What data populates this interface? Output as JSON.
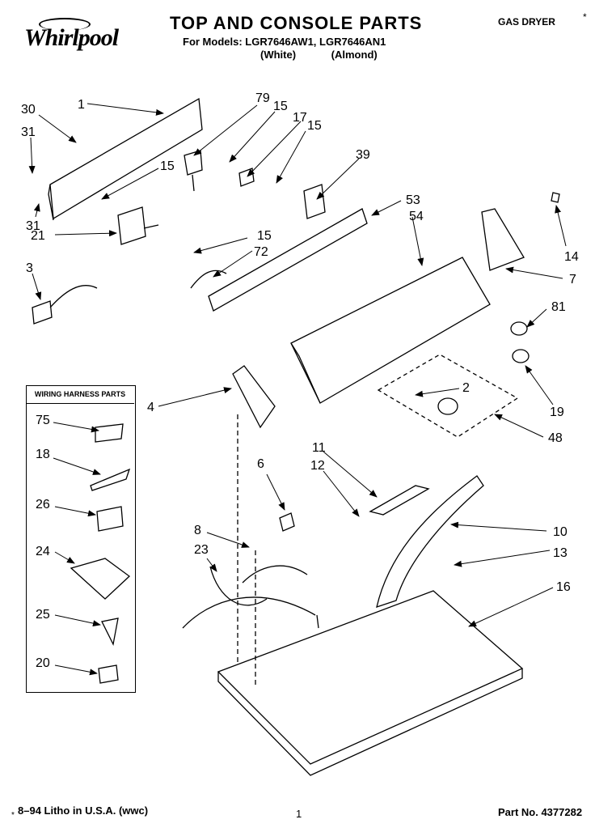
{
  "header": {
    "brand": "Whirlpool",
    "title": "TOP AND CONSOLE PARTS",
    "models": "For Models: LGR7646AW1, LGR7646AN1",
    "variant_white": "(White)",
    "variant_almond": "(Almond)",
    "dryer_type": "GAS DRYER",
    "mark": "*"
  },
  "harness_box": {
    "title": "WIRING HARNESS PARTS"
  },
  "footer": {
    "litho": "8–94 Litho in U.S.A. (wwc)",
    "mark": "*",
    "page": "1",
    "part_no": "Part No. 4377282"
  },
  "callouts": [
    {
      "text": "30"
    },
    {
      "text": "1"
    },
    {
      "text": "31"
    },
    {
      "text": "31"
    },
    {
      "text": "21"
    },
    {
      "text": "3"
    },
    {
      "text": "79"
    },
    {
      "text": "15"
    },
    {
      "text": "17"
    },
    {
      "text": "15"
    },
    {
      "text": "15"
    },
    {
      "text": "39"
    },
    {
      "text": "15"
    },
    {
      "text": "72"
    },
    {
      "text": "53"
    },
    {
      "text": "54"
    },
    {
      "text": "14"
    },
    {
      "text": "7"
    },
    {
      "text": "81"
    },
    {
      "text": "2"
    },
    {
      "text": "19"
    },
    {
      "text": "48"
    },
    {
      "text": "4"
    },
    {
      "text": "75"
    },
    {
      "text": "18"
    },
    {
      "text": "26"
    },
    {
      "text": "24"
    },
    {
      "text": "25"
    },
    {
      "text": "20"
    },
    {
      "text": "6"
    },
    {
      "text": "11"
    },
    {
      "text": "12"
    },
    {
      "text": "8"
    },
    {
      "text": "23"
    },
    {
      "text": "10"
    },
    {
      "text": "13"
    },
    {
      "text": "16"
    }
  ]
}
